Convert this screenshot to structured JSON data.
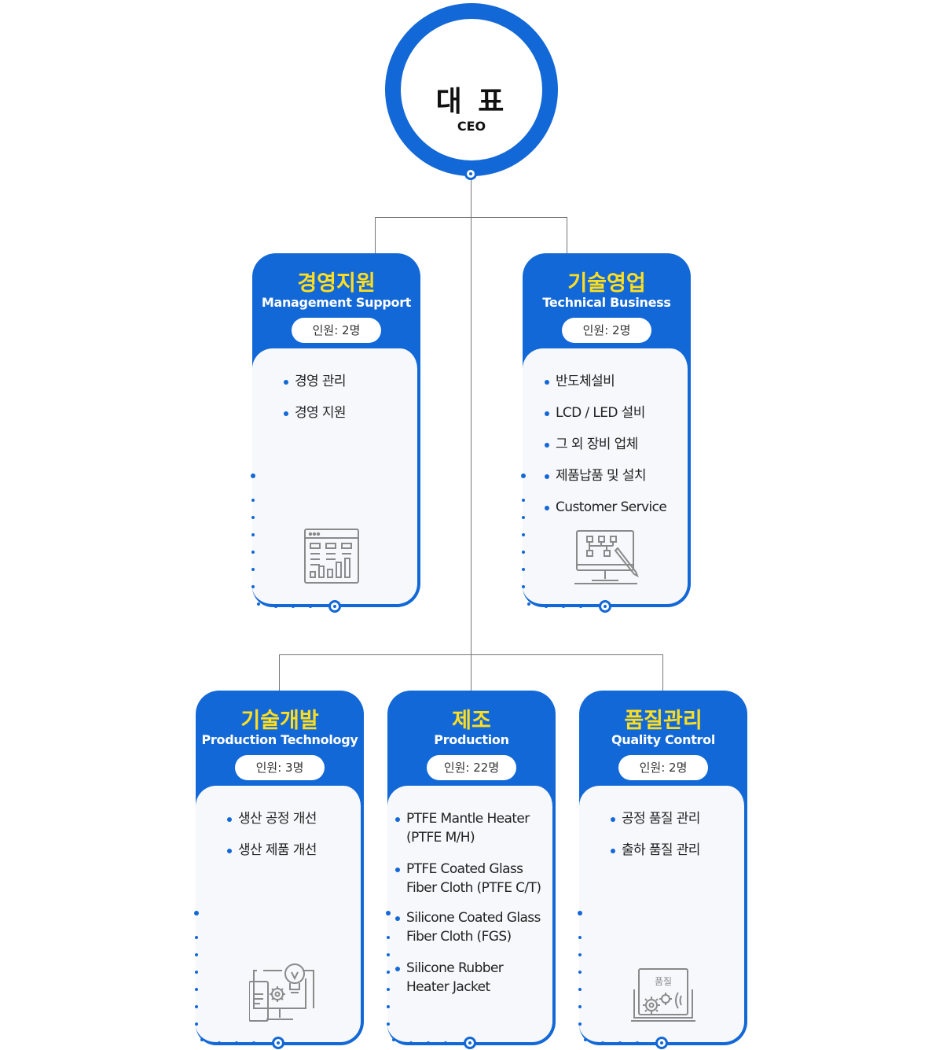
{
  "ceo": {
    "title_ko": "대 표",
    "title_en": "CEO"
  },
  "departments": [
    {
      "title_ko": "경영지원",
      "title_en": "Management Support",
      "headcount": "인원: 2명",
      "items": [
        "경영 관리",
        "경영 지원"
      ],
      "icon": "dashboard-chart-icon"
    },
    {
      "title_ko": "기술영업",
      "title_en": "Technical Business",
      "headcount": "인원: 2명",
      "items": [
        "반도체설비",
        "LCD / LED 설비",
        "그 외 장비 업체",
        "제품납품 및 설치",
        "Customer Service"
      ],
      "icon": "monitor-flowchart-pen-icon"
    },
    {
      "title_ko": "기술개발",
      "title_en": "Production Technology",
      "headcount": "인원: 3명",
      "items": [
        "생산 공정 개선",
        "생산 제품 개선"
      ],
      "icon": "lightbulb-gear-monitor-icon"
    },
    {
      "title_ko": "제조",
      "title_en": "Production",
      "headcount": "인원: 22명",
      "items": [
        "PTFE Mantle Heater (PTFE M/H)",
        "PTFE Coated Glass Fiber Cloth (PTFE C/T)",
        "Silicone Coated Glass Fiber Cloth (FGS)",
        "Silicone Rubber Heater Jacket"
      ],
      "icon": ""
    },
    {
      "title_ko": "품질관리",
      "title_en": "Quality Control",
      "headcount": "인원: 2명",
      "items": [
        "공정 품질 관리",
        "출하 품질 관리"
      ],
      "icon": "quality-gears-laptop-icon",
      "icon_label": "품질"
    }
  ],
  "colors": {
    "primary": "#1368d7",
    "accent": "#ffde1f",
    "line": "#777777",
    "body_bg": "#f7f8fb"
  }
}
